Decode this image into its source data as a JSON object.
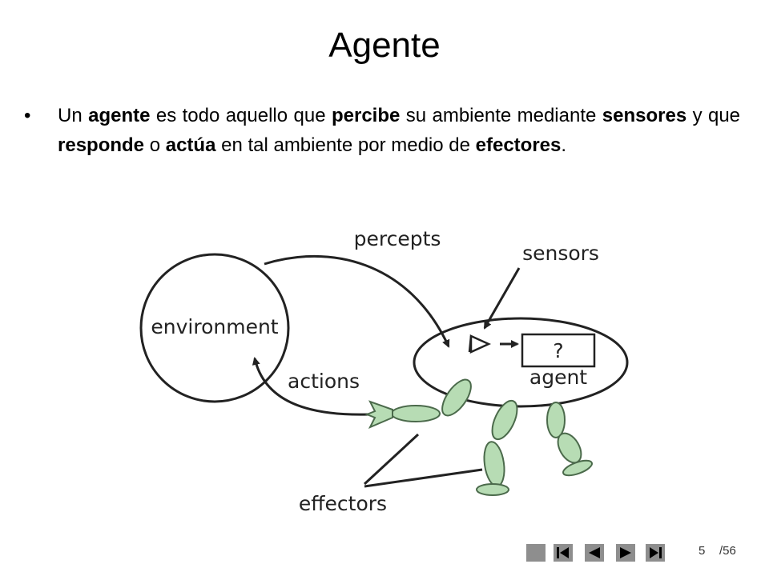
{
  "slide": {
    "title": "Agente",
    "bullet_html": "Un <b>agente</b> es todo aquello que <b>percibe</b> su ambiente mediante <b>sensores</b> y que <b>responde</b> o <b>actúa</b> en tal ambiente por medio de <b>efectores</b>."
  },
  "diagram": {
    "environment": "environment",
    "percepts": "percepts",
    "sensors": "sensors",
    "actions": "actions",
    "agent": "agent",
    "question": "?",
    "effectors": "effectors"
  },
  "footer": {
    "page": "5",
    "total": "/56"
  }
}
